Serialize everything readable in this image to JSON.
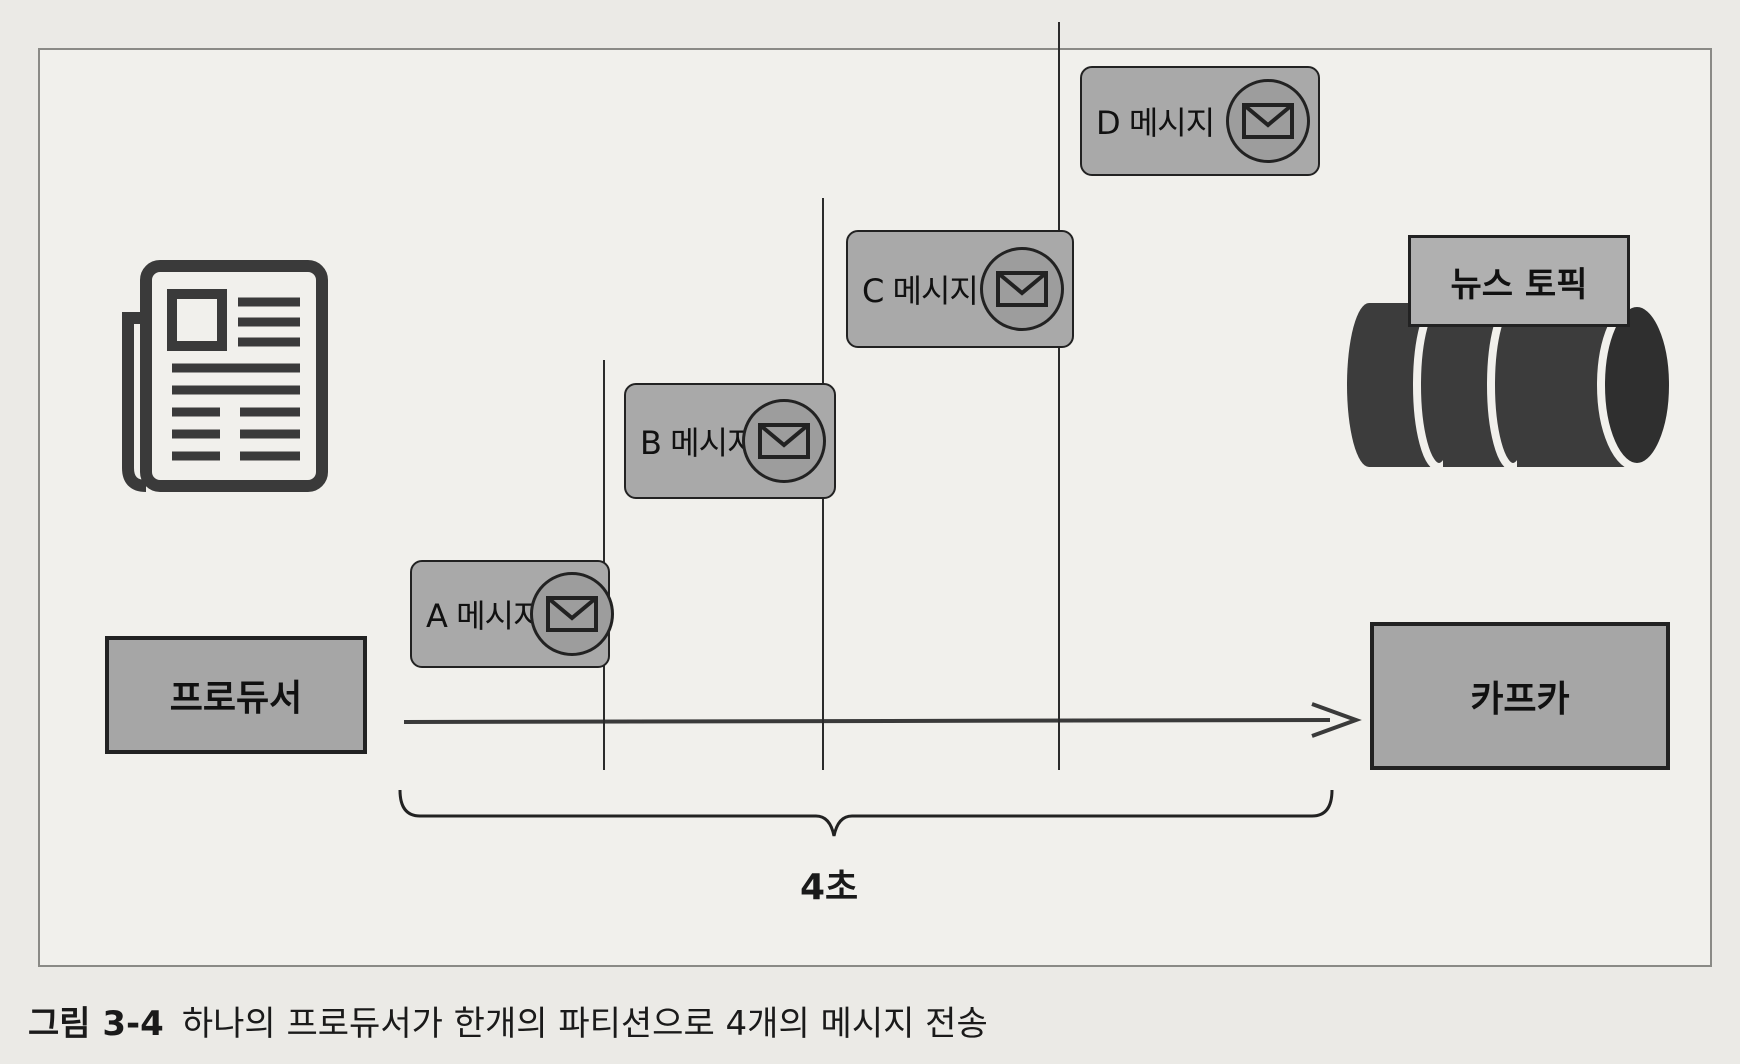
{
  "diagram": {
    "producer_label": "프로듀서",
    "kafka_label": "카프카",
    "topic_label": "뉴스 토픽",
    "duration_label": "4초",
    "messages": [
      {
        "label": "A 메시지",
        "icon": "envelope-icon"
      },
      {
        "label": "B 메시지",
        "icon": "envelope-icon"
      },
      {
        "label": "C 메시지",
        "icon": "envelope-icon"
      },
      {
        "label": "D 메시지",
        "icon": "envelope-icon"
      }
    ],
    "producer_icon": "newspaper-icon",
    "topic_icon": "partition-cylinder-icon"
  },
  "caption": {
    "number": "그림 3-4",
    "text": "하나의 프로듀서가 한개의 파티션으로 4개의 메시지 전송"
  },
  "colors": {
    "box_fill": "#a6a6a6",
    "line": "#222222",
    "cylinder": "#3c3c3c"
  }
}
